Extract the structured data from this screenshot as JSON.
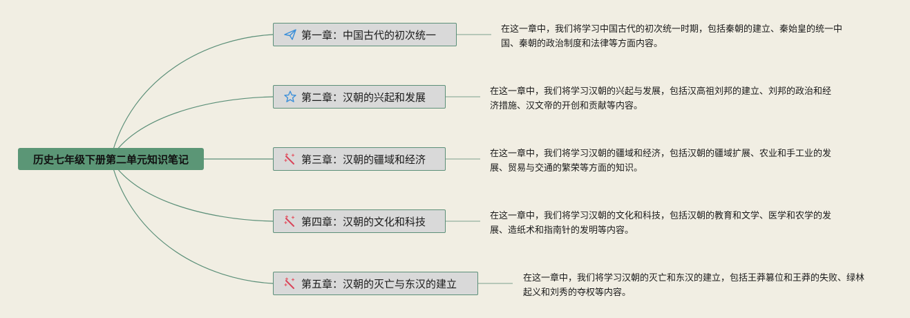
{
  "root": {
    "title": "历史七年级下册第二单元知识笔记"
  },
  "chapters": [
    {
      "title": "第一章：中国古代的初次统一",
      "icon": "paper-plane-icon",
      "desc": "在这一章中，我们将学习中国古代的初次统一时期，包括秦朝的建立、秦始皇的统一中国、秦朝的政治制度和法律等方面内容。"
    },
    {
      "title": "第二章：汉朝的兴起和发展",
      "icon": "star-icon",
      "desc": "在这一章中，我们将学习汉朝的兴起与发展，包括汉高祖刘邦的建立、刘邦的政治和经济措施、汉文帝的开创和贡献等内容。"
    },
    {
      "title": "第三章：汉朝的疆域和经济",
      "icon": "magic-wand-icon",
      "desc": "在这一章中，我们将学习汉朝的疆域和经济，包括汉朝的疆域扩展、农业和手工业的发展、贸易与交通的繁荣等方面的知识。"
    },
    {
      "title": "第四章：汉朝的文化和科技",
      "icon": "magic-wand-icon",
      "desc": "在这一章中，我们将学习汉朝的文化和科技，包括汉朝的教育和文学、医学和农学的发展、造纸术和指南针的发明等内容。"
    },
    {
      "title": "第五章：汉朝的灭亡与东汉的建立",
      "icon": "magic-wand-icon",
      "desc": "在这一章中，我们将学习汉朝的灭亡和东汉的建立，包括王莽篡位和王莽的失败、绿林起义和刘秀的夺权等内容。"
    }
  ],
  "colors": {
    "root_bg": "#5b9676",
    "line": "#5b8f78",
    "node_bg": "#d9d9d9",
    "background": "#f1eee3"
  }
}
